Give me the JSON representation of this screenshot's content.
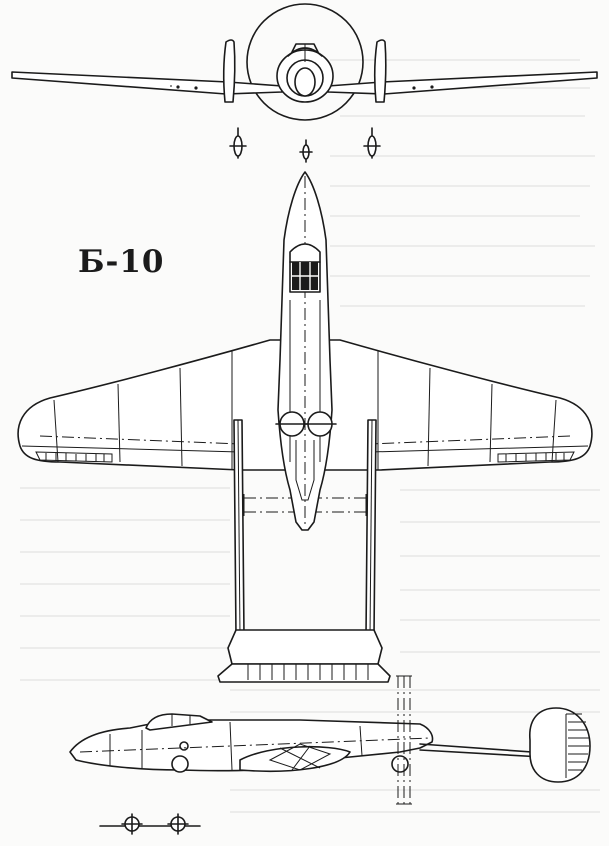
{
  "drawing": {
    "designation": "Б-10",
    "views": [
      "front-view",
      "top-view",
      "side-view"
    ]
  },
  "colors": {
    "ink": "#1b1b1b",
    "paper": "#fbfbfa",
    "show_through": "#cfcfcf"
  }
}
